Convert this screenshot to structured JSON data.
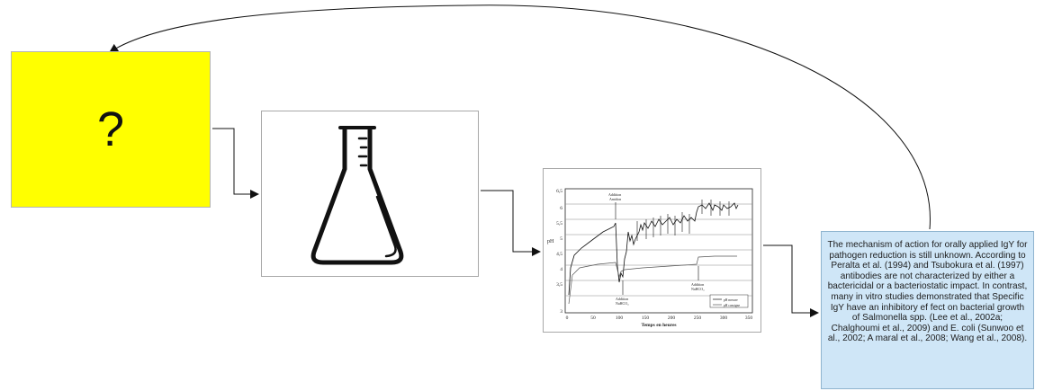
{
  "question_box": {
    "symbol": "?",
    "fill_color": "#ffff00"
  },
  "flask_box": {
    "icon": "erlenmeyer-flask-icon"
  },
  "ph_chart": {
    "ylabel": "pH",
    "xlabel": "Temps en heures",
    "yticks": [
      "6,5",
      "6",
      "5,5",
      "5",
      "4,5",
      "4",
      "3,5",
      "3"
    ],
    "xticks": [
      "0",
      "50",
      "100",
      "150",
      "200",
      "250",
      "300",
      "350"
    ],
    "annotations": {
      "top_1": "Addition\nAmidon",
      "bottom_1": "Addition\nNaHCO₃",
      "bottom_2": "Addition\nNaHCO₃"
    },
    "legend": [
      "pH mesure",
      "pH consigne"
    ]
  },
  "description": {
    "text": "The mechanism of action for orally applied IgY for pathogen reduction is still unknown. According to Peralta et al. (1994) and Tsubokura et al. (1997) antibodies are not characterized by either a bactericidal or a bacteriostatic impact. In contrast, many in vitro studies demonstrated that Specific IgY have an inhibitory ef fect on bacterial growth of Salmonella spp. (Lee et al., 2002a; Chalghoumi et al., 2009) and E. coli (Sunwoo et al., 2002; A maral et al., 2008; Wang et al., 2008).",
    "fill_color": "#cfe6f7"
  }
}
